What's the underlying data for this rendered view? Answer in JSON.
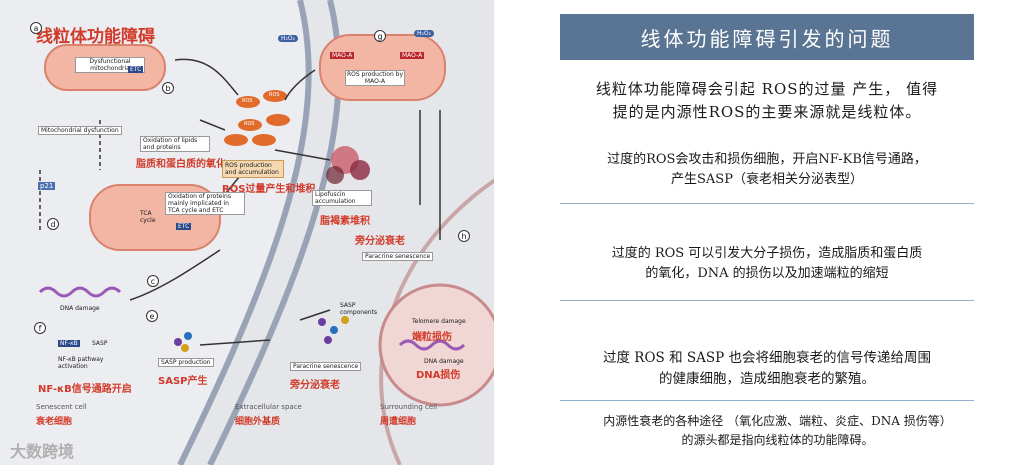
{
  "figure": {
    "main_title": "线粒体功能障碍",
    "panel_letters": [
      "a",
      "b",
      "c",
      "d",
      "e",
      "f",
      "g",
      "h"
    ],
    "labels": {
      "dysfunctional_mito": "Dysfunctional mitochondria",
      "etc": "ETC",
      "mito_dysfunction": "Mitochondrial dysfunction",
      "oxidation_lipids": "Oxidation of lipids and proteins",
      "lipid_protein_cn": "脂质和蛋白质的氧化",
      "ros_production": "ROS production and accumulation",
      "ros_cn": "ROS过量产生和堆积",
      "lipofuscin": "Lipofuscin accumulation",
      "lipofuscin_cn": "脂褐素堆积",
      "ros_by_mao": "ROS production by MAO-A",
      "oxidation_tca": "Oxidation of proteins mainly implicated in TCA cycle and ETC",
      "tca_cycle": "TCA cycle",
      "paracrine_senescence_top": "Paracrine senescence",
      "paracrine_cn_top": "旁分泌衰老",
      "p21": "p21",
      "dna_damage": "DNA damage",
      "nfkb": "NF-κB",
      "sasp": "SASP",
      "nfkb_activation": "NF-κB pathway activation",
      "nfkb_cn": "NF-κB信号通路开启",
      "sasp_production": "SASP production",
      "sasp_cn": "SASP产生",
      "sasp_components": "SASP components",
      "paracrine_senescence": "Paracrine senescence",
      "paracrine_cn": "旁分泌衰老",
      "telomere_damage": "Telomere damage",
      "telomere_cn": "端粒损伤",
      "dna_damage2": "DNA damage",
      "dna_damage_cn": "DNA损伤",
      "senescent_cell": "Senescent cell",
      "senescent_cn": "衰老细胞",
      "extracellular": "Extracellular space",
      "extracellular_cn": "细胞外基质",
      "surrounding": "Surrounding cell",
      "surrounding_cn": "周遭细胞",
      "ros": "ROS",
      "h2o2": "H₂O₂",
      "mao_a": "MAO-A"
    },
    "watermark": "大数跨境"
  },
  "right": {
    "title": "线体功能障碍引发的问题",
    "p1_line1": "线粒体功能障碍会引起 ROS的过量 产生， 值得",
    "p1_line2": "提的是内源性ROS的主要来源就是线粒体。",
    "p2_line1": "过度的ROS会攻击和损伤细胞，开启NF-KB信号通路，",
    "p2_line2": "产生SASP（衰老相关分泌表型）",
    "p3_line1": "过度的 ROS 可以引发大分子损伤，造成脂质和蛋白质",
    "p3_line2": "的氧化，DNA 的损伤以及加速端粒的缩短",
    "p4_line1": "过度 ROS 和 SASP 也会将细胞衰老的信号传递给周围",
    "p4_line2": "的健康细胞，造成细胞衰老的繁殖。",
    "p5_line1": "内源性衰老的各种途径 （氧化应激、端粒、炎症、DNA 损伤等）",
    "p5_line2": "的源头都是指向线粒体的功能障碍。"
  },
  "colors": {
    "title_bar": "#5a7493",
    "rule": "#8fb0cf",
    "ros_orange": "#e06b2a",
    "mito_pink": "#f3b6a5",
    "red_label": "#d23a2a"
  }
}
